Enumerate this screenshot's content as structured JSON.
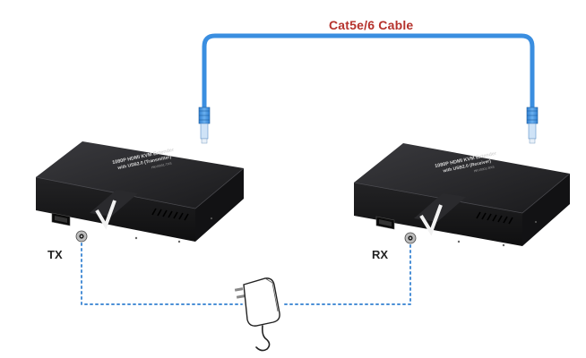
{
  "cable": {
    "label": "Cat5e/6 Cable",
    "color": "#3a8ee0"
  },
  "transmitter": {
    "label": "TX",
    "print_line1": "1080P HDMI KVM Extender",
    "print_line2": "with USB2.0 (Transmitter)",
    "model": "HKV0001-TXS"
  },
  "receiver": {
    "label": "RX",
    "print_line1": "1080P HDMI KVM Extender",
    "print_line2": "with USB2.0 (Receiver)",
    "model": "HKV0001-RXS"
  },
  "colors": {
    "device_body": "#1d1d1f",
    "device_top": "#2b2b2e",
    "power_line": "#4a8fd6",
    "label_red": "#b5322c"
  },
  "icons": [
    "power-adapter-icon",
    "v-logo-icon",
    "hdmi-port-icon",
    "dc-jack-icon",
    "rj45-plug-icon"
  ]
}
